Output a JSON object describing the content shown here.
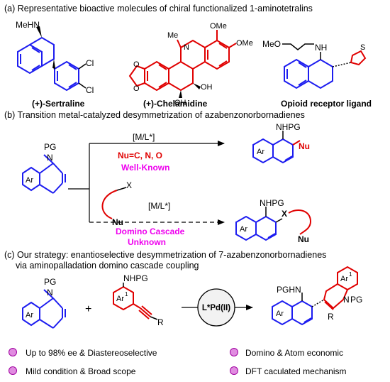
{
  "colors": {
    "blue": "#1d1df0",
    "red": "#e00000",
    "magenta": "#ee00ee",
    "black": "#000000",
    "bullet_fill": "#e08ce0",
    "bullet_stroke": "#a000a0",
    "circle_fill": "#f2f2f2"
  },
  "section_a": {
    "heading": "(a) Representative bioactive molecules of chiral  functionalized 1-aminotetralins",
    "molecules": [
      {
        "name": "(+)-Sertraline",
        "atoms": {
          "nh": "MeHN",
          "cl1": "Cl",
          "cl2": "Cl"
        }
      },
      {
        "name": "(+)-Chelamidine",
        "atoms": {
          "me": "Me",
          "n": "N",
          "ome1": "OMe",
          "ome2": "OMe",
          "o1": "O",
          "o2": "O",
          "oh1": "OH",
          "oh2": "OH"
        }
      },
      {
        "name": "Opioid receptor ligand",
        "atoms": {
          "meo": "MeO",
          "nh": "NH",
          "s": "S"
        }
      }
    ]
  },
  "section_b": {
    "heading": "(b)  Transition metal-catalyzed desymmetrization of azabenzonorbornadienes",
    "substrate": {
      "pg": "PG",
      "n": "N",
      "ar": "Ar"
    },
    "upper_path": {
      "catalyst": "[M/L*]",
      "nucleophiles": "Nu=C,  N, O",
      "status": "Well-Known",
      "product": {
        "nhpg": "NHPG",
        "nu": "Nu",
        "ar": "Ar"
      }
    },
    "lower_path": {
      "catalyst": "[M/L*]",
      "x": "X",
      "nu": "Nu",
      "status_line1": "Domino Cascade",
      "status_line2": "Unknown",
      "product": {
        "nhpg": "NHPG",
        "x": "X",
        "nu": "Nu",
        "ar": "Ar"
      }
    }
  },
  "section_c": {
    "heading_line1": "(c) Our strategy: enantioselective desymmetrization of 7-azabenzonorbornadienes",
    "heading_line2": "via aminopalladation domino cascade coupling",
    "substrate": {
      "pg": "PG",
      "n": "N",
      "ar": "Ar"
    },
    "plus": "+",
    "partner": {
      "nhpg": "NHPG",
      "ar": "Ar",
      "sup": "1",
      "r": "R"
    },
    "catalyst": "L*Pd(II)",
    "product": {
      "pghn": "PGHN",
      "ar": "Ar",
      "ar1": "Ar",
      "sup": "1",
      "n": "N",
      "pg": "PG",
      "r": "R"
    },
    "features": [
      "Up to 98% ee  & Diastereoselective",
      "Domino & Atom economic",
      "Mild condition & Broad scope",
      "DFT caculated mechanism"
    ]
  }
}
